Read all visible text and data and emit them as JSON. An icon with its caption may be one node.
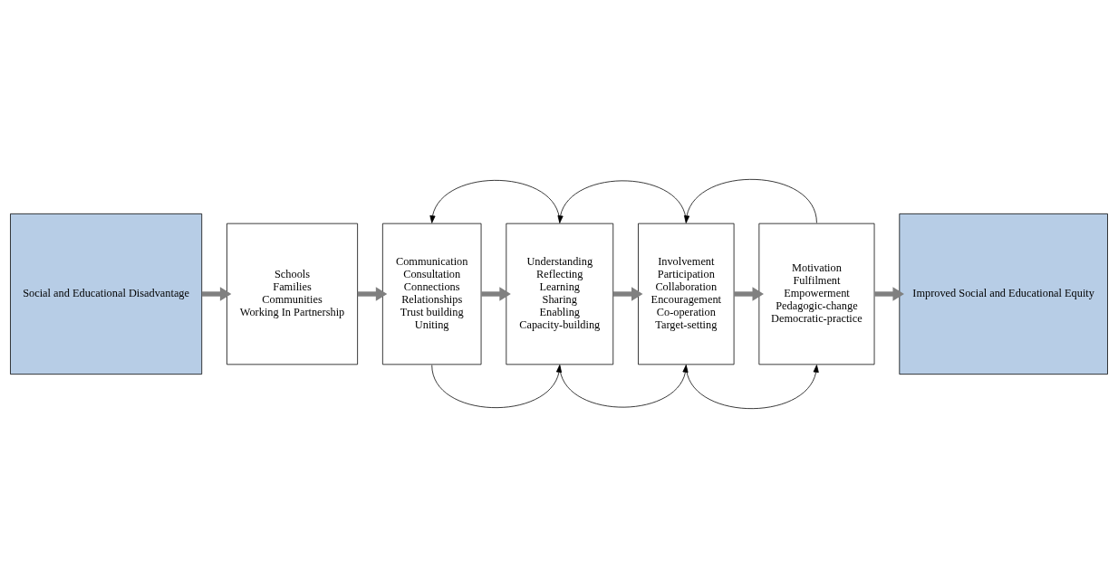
{
  "diagram": {
    "nodes": [
      {
        "text": [
          "Social and Educational Disadvantage"
        ]
      },
      {
        "text": [
          "Schools",
          "Families",
          "Communities",
          "Working In Partnership"
        ]
      },
      {
        "text": [
          "Communication",
          "Consultation",
          "Connections",
          "Relationships",
          "Trust building",
          "Uniting"
        ]
      },
      {
        "text": [
          "Understanding",
          "Reflecting",
          "Learning",
          "Sharing",
          "Enabling",
          "Capacity-building"
        ]
      },
      {
        "text": [
          "Involvement",
          "Participation",
          "Collaboration",
          "Encouragement",
          "Co-operation",
          "Target-setting"
        ]
      },
      {
        "text": [
          "Motivation",
          "Fulfilment",
          "Empowerment",
          "Pedagogic-change",
          "Democratic-practice"
        ]
      },
      {
        "text": [
          "Improved Social and Educational Equity"
        ]
      }
    ],
    "edges": [
      {
        "from": 0,
        "to": 1,
        "arrow": "to",
        "style": "thick",
        "color": "#808080"
      },
      {
        "from": 1,
        "to": 2,
        "arrow": "to",
        "style": "thick",
        "color": "#808080"
      },
      {
        "from": 2,
        "to": 3,
        "arrow": "to",
        "style": "thick",
        "color": "#808080"
      },
      {
        "from": 3,
        "to": 4,
        "arrow": "to",
        "style": "thick",
        "color": "#808080"
      },
      {
        "from": 4,
        "to": 5,
        "arrow": "to",
        "style": "thick",
        "color": "#808080"
      },
      {
        "from": 5,
        "to": 6,
        "arrow": "to",
        "style": "thick",
        "color": "#808080"
      },
      {
        "from": 3,
        "to": 2,
        "arrow": "to",
        "color": "#000000"
      },
      {
        "from": 4,
        "to": 3,
        "arrow": "to",
        "color": "#000000"
      },
      {
        "from": 5,
        "to": 4,
        "arrow": "to",
        "color": "#000000"
      },
      {
        "from": 2,
        "to": 3,
        "arrow": "to",
        "color": "#000000"
      },
      {
        "from": 3,
        "to": 4,
        "arrow": "to",
        "color": "#000000"
      },
      {
        "from": 4,
        "to": 5,
        "arrow": "to",
        "color": "#000000"
      }
    ]
  }
}
